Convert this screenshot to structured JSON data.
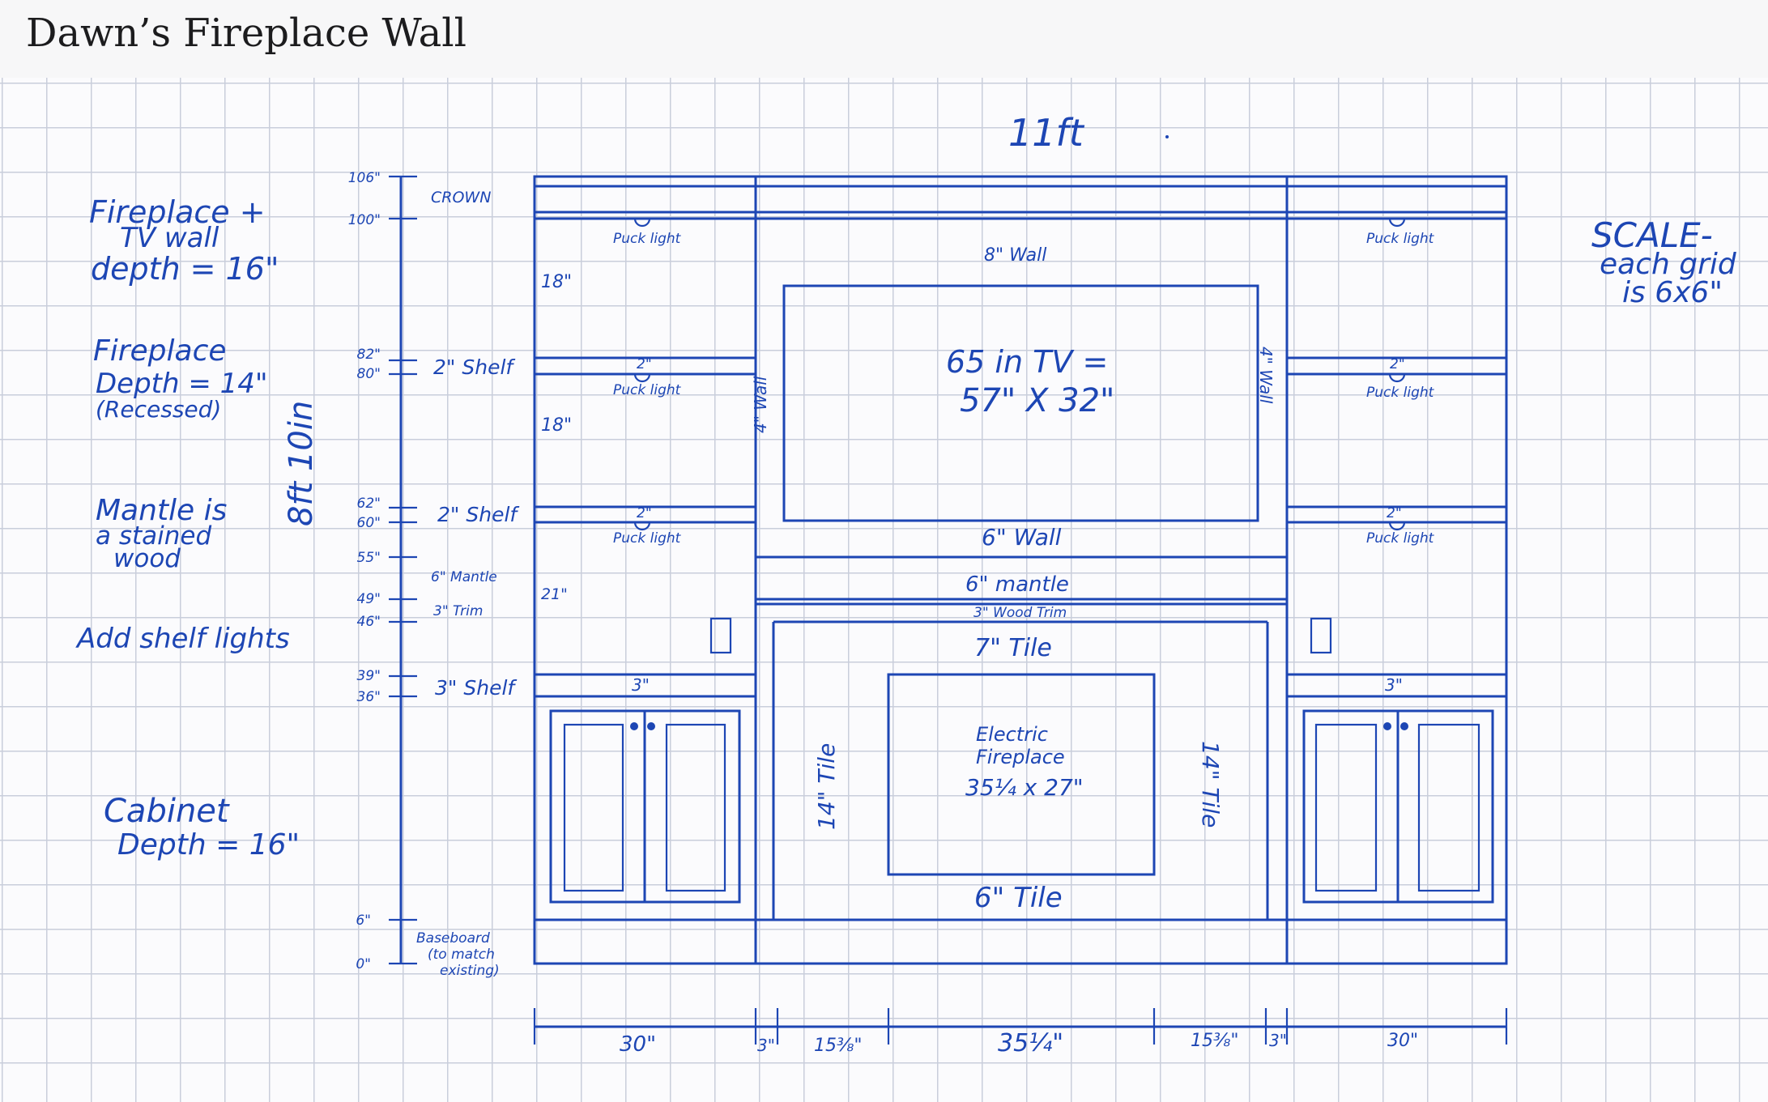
{
  "header": {
    "title": "Dawn’s Fireplace Wall"
  },
  "colors": {
    "ink": "#1d46b4",
    "grid": "#c9cedb",
    "paper": "#fbfbfd",
    "header_bg": "#f7f7f8"
  },
  "drawing": {
    "top_width": "11ft",
    "height_label": "8ft 10in",
    "scale": {
      "line1": "SCALE-",
      "line2": "each grid",
      "line3": "is 6x6\""
    },
    "notes": {
      "depth1": {
        "line1": "Fireplace +",
        "line2": "TV wall",
        "line3": "depth = 16\""
      },
      "depth2": {
        "line1": "Fireplace",
        "line2": "Depth = 14\"",
        "line3": "(Recessed)"
      },
      "mantle": {
        "line1": "Mantle is",
        "line2": "a stained",
        "line3": "wood"
      },
      "shelf_lights": "Add shelf lights",
      "cabinet": {
        "line1": "Cabinet",
        "line2": "Depth = 16\""
      }
    },
    "heights": [
      "106\"",
      "100\"",
      "82\"",
      "80\"",
      "62\"",
      "60\"",
      "55\"",
      "49\"",
      "46\"",
      "39\"",
      "36\"",
      "6\"",
      "0\""
    ],
    "height_labels": {
      "crown": "CROWN",
      "shelf1": "2\" Shelf",
      "shelf2": "2\" Shelf",
      "mantle": "6\" Mantle",
      "trim": "3\" Trim",
      "shelf3": "3\" Shelf",
      "baseboard": {
        "line1": "Baseboard",
        "line2": "(to match",
        "line3": "existing)"
      }
    },
    "left_tower": {
      "puck": "Puck light",
      "gap1": "18\"",
      "gap2": "18\"",
      "gap3": "21\"",
      "shelf_label": "2\"",
      "cab_top": "3\""
    },
    "right_tower": {
      "puck": "Puck light",
      "shelf_label": "2\"",
      "cab_top": "3\""
    },
    "center": {
      "wall_top": "8\" Wall",
      "tv_line1": "65 in TV =",
      "tv_line2": "57\" X 32\"",
      "wall_side": "4\" Wall",
      "wall_below": "6\" Wall",
      "mantle": "6\" mantle",
      "wood_trim": "3\" Wood Trim",
      "tile_top": "7\" Tile",
      "tile_side": "14\" Tile",
      "fp_line1": "Electric",
      "fp_line2": "Fireplace",
      "fp_line3": "35¼ x 27\"",
      "tile_bottom": "6\" Tile"
    },
    "bottom_dims": [
      "30\"",
      "3\"",
      "15⅜\"",
      "35¼\"",
      "15⅜\"",
      "3\"",
      "30\""
    ]
  }
}
